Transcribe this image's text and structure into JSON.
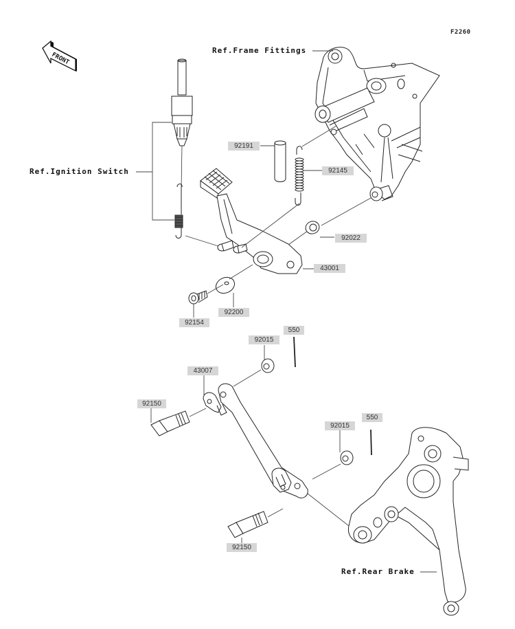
{
  "figure": {
    "code": "F2260",
    "orientation_marker": {
      "icon": "front-arrow-icon",
      "text": "FRONT"
    }
  },
  "references": {
    "frame_fittings": "Ref.Frame Fittings",
    "ignition_switch": "Ref.Ignition Switch",
    "rear_brake": "Ref.Rear Brake"
  },
  "parts": [
    {
      "id": "92191",
      "label": "92191",
      "description": "collar"
    },
    {
      "id": "92145",
      "label": "92145",
      "description": "spring"
    },
    {
      "id": "92022",
      "label": "92022",
      "description": "washer"
    },
    {
      "id": "43001",
      "label": "43001",
      "description": "brake pedal"
    },
    {
      "id": "92200",
      "label": "92200",
      "description": "washer"
    },
    {
      "id": "92154",
      "label": "92154",
      "description": "bolt"
    },
    {
      "id": "92015-upper",
      "label": "92015",
      "description": "nut"
    },
    {
      "id": "550-upper",
      "label": "550",
      "description": "cotter pin"
    },
    {
      "id": "43007",
      "label": "43007",
      "description": "brake rod"
    },
    {
      "id": "92150-upper",
      "label": "92150",
      "description": "bolt"
    },
    {
      "id": "92015-lower",
      "label": "92015",
      "description": "nut"
    },
    {
      "id": "550-lower",
      "label": "550",
      "description": "cotter pin"
    },
    {
      "id": "92150-lower",
      "label": "92150",
      "description": "bolt"
    }
  ]
}
